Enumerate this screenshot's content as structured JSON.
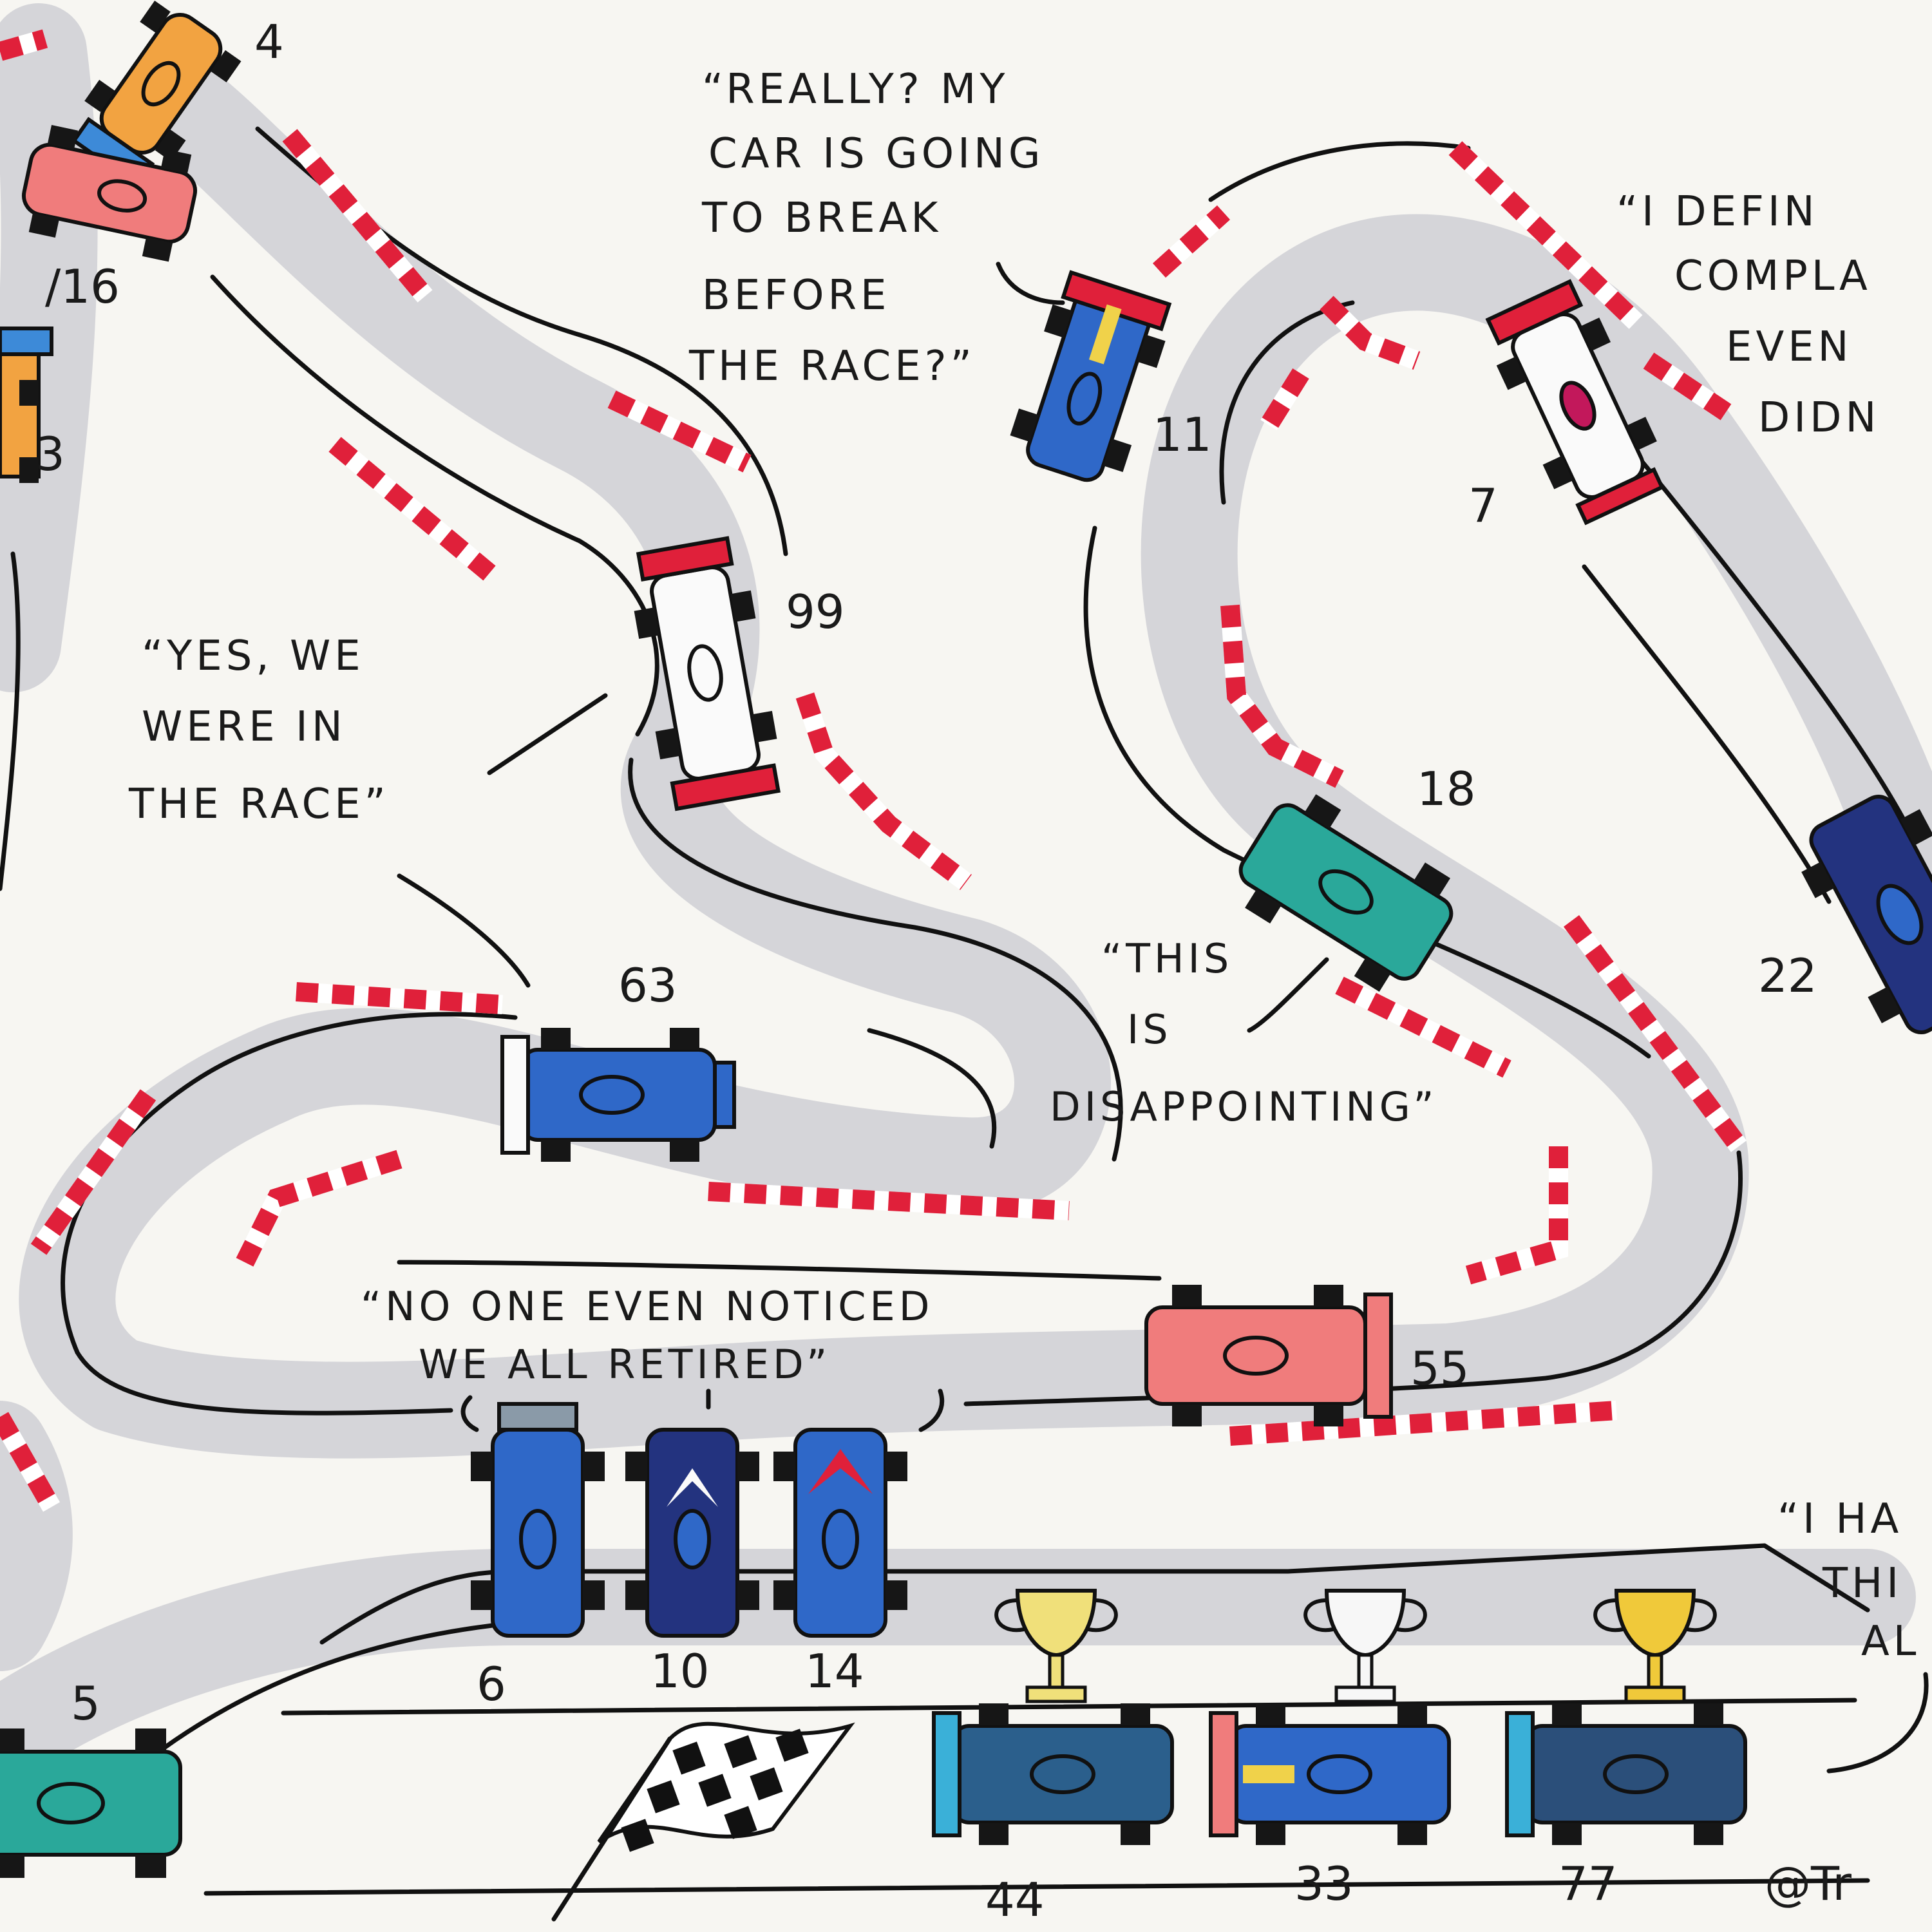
{
  "quotes": {
    "really": [
      "“REALLY? MY",
      "CAR IS GOING",
      "TO BREAK",
      "BEFORE",
      "THE RACE?”"
    ],
    "definitely": [
      "“I DEFIN",
      "COMPLA",
      "EVEN",
      "DIDN"
    ],
    "yes": [
      "“YES, WE",
      "WERE IN",
      "THE RACE”"
    ],
    "disappointing": [
      "“THIS",
      "IS",
      "DISAPPOINTING”"
    ],
    "no_one": [
      "“NO ONE EVEN NOTICED",
      "WE ALL RETIRED”"
    ],
    "i_ha": [
      "“I HA",
      "THI",
      "AL"
    ]
  },
  "cars": {
    "c4": "4",
    "c16": "/16",
    "c3": "3",
    "c11": "11",
    "c7": "7",
    "c99": "99",
    "c18": "18",
    "c22": "22",
    "c63": "63",
    "c55": "55",
    "c6": "6",
    "c10": "10",
    "c14": "14",
    "c5": "5",
    "c44": "44",
    "c33": "33",
    "c77": "77"
  },
  "signature": "@Tr",
  "colors": {
    "track": "#d5d5d9",
    "curb_red": "#e0203a",
    "orange_car": "#f2a341",
    "pink_car": "#f07c7c",
    "blue_car": "#2f68c8",
    "navy_car": "#23337f",
    "teal_car": "#2aa89a",
    "trophy_gold": "#f0d24a",
    "trophy_silver": "#f4f4f4"
  }
}
